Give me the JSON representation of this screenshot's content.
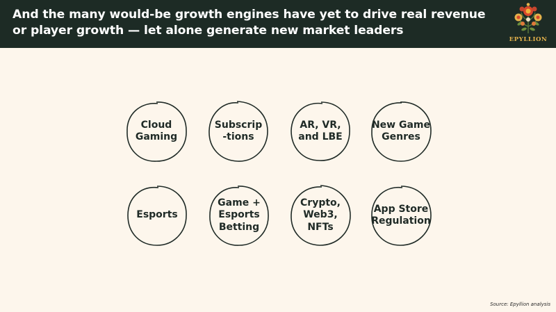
{
  "slide": {
    "title": "And the many would-be growth engines have yet to drive real revenue or player growth — let alone generate new market leaders",
    "source": "Source: Epyllion analysis"
  },
  "logo": {
    "text": "EPYLLION",
    "text_color": "#e4b24c"
  },
  "colors": {
    "header_bg": "#1d2b25",
    "page_bg": "#fdf6ec",
    "ink": "#1f2a26"
  },
  "bubbles": [
    {
      "label": "Cloud\nGaming"
    },
    {
      "label": "Subscrip\n-tions"
    },
    {
      "label": "AR, VR,\nand LBE"
    },
    {
      "label": "New Game\nGenres"
    },
    {
      "label": "Esports"
    },
    {
      "label": "Game +\nEsports\nBetting"
    },
    {
      "label": "Crypto,\nWeb3,\nNFTs"
    },
    {
      "label": "App Store\nRegulation"
    }
  ]
}
